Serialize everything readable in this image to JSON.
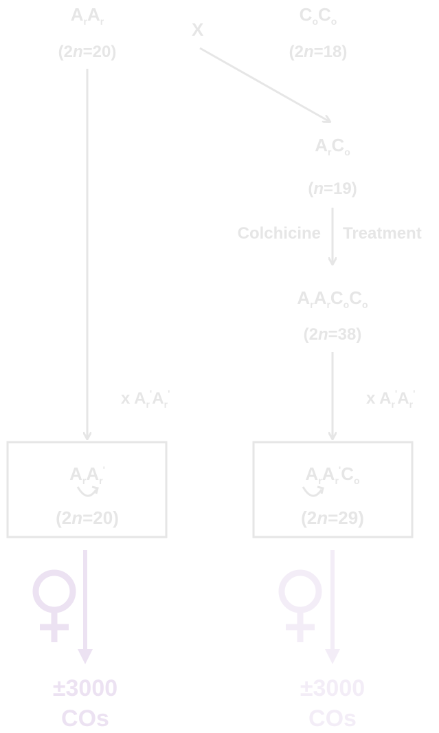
{
  "parents": {
    "left": {
      "genome_main": "A",
      "genome_sub": "r",
      "ploidy": "(2n=20)",
      "ploidy_pre": "(2",
      "ploidy_n": "n",
      "ploidy_post": "=20)"
    },
    "right": {
      "genome_main": "C",
      "genome_sub": "o",
      "ploidy_pre": "(2",
      "ploidy_n": "n",
      "ploidy_post": "=18)"
    },
    "cross_symbol": "X"
  },
  "hybrid": {
    "ploidy_pre": "(",
    "ploidy_n": "n",
    "ploidy_post": "=19)"
  },
  "treatment": {
    "left_word": "Colchicine",
    "right_word": "Treatment"
  },
  "allopolyploid": {
    "ploidy_pre": "(2",
    "ploidy_n": "n",
    "ploidy_post": "=38)"
  },
  "backcross_label": {
    "prefix": "x ",
    "genome": "A",
    "sub": "r",
    "prime": "'"
  },
  "boxes": {
    "left": {
      "ploidy_pre": "(2",
      "ploidy_n": "n",
      "ploidy_post": "=20)"
    },
    "right": {
      "ploidy_pre": "(2",
      "ploidy_n": "n",
      "ploidy_post": "=29)"
    }
  },
  "outcomes": {
    "left": {
      "count": "±3000",
      "unit": "COs",
      "color": "#ece2f2"
    },
    "right": {
      "count": "±3000",
      "unit": "COs",
      "color": "#f3edf7"
    }
  },
  "colors": {
    "arrow": "#e6e6e6",
    "text": "#e6e6e6",
    "female_left": "#ece2f2",
    "female_right": "#f3edf7"
  },
  "icons": {
    "female_symbol": "female-icon",
    "recombination": "curved-arrows-icon"
  }
}
